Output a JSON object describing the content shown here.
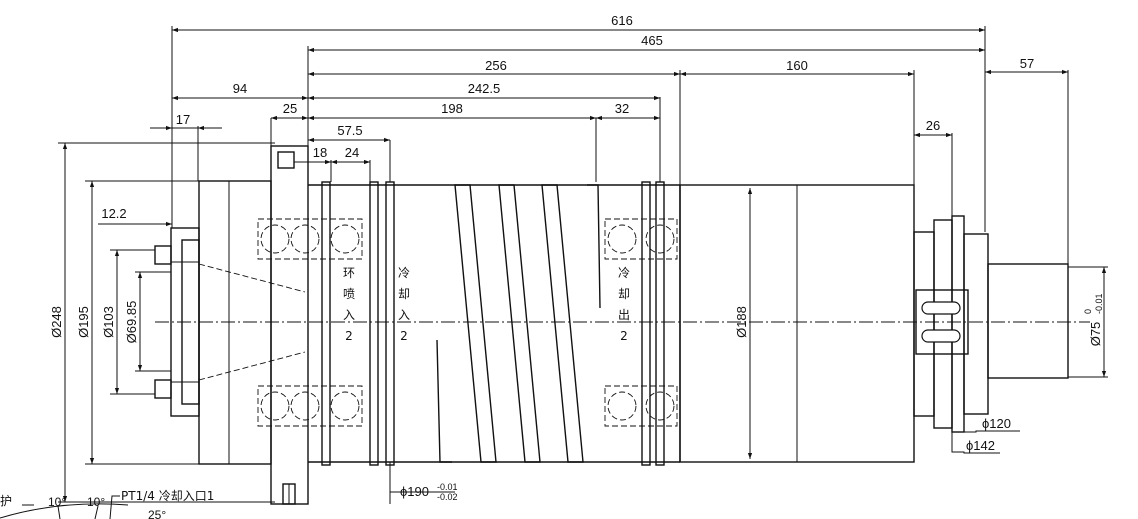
{
  "dimensions": {
    "d616": "616",
    "d465": "465",
    "d256": "256",
    "d160": "160",
    "d57": "57",
    "d94": "94",
    "d242_5": "242.5",
    "d25": "25",
    "d198": "198",
    "d32": "32",
    "d17": "17",
    "d57_5": "57.5",
    "d26": "26",
    "d18": "18",
    "d24": "24",
    "d12_2": "12.2",
    "dia248": "Ø248",
    "dia195": "Ø195",
    "dia103": "Ø103",
    "dia69_85": "Ø69.85",
    "dia188": "Ø188",
    "dia75": "Ø75",
    "dia75_tol_upper": "0",
    "dia75_tol_lower": "-0.01",
    "phi190": "ϕ190",
    "phi190_tol_upper": "-0.01",
    "phi190_tol_lower": "-0.02",
    "phi120": "ϕ120",
    "phi142": "ϕ142"
  },
  "labels": {
    "ring_spray_in": [
      "环",
      "喷",
      "入",
      "2"
    ],
    "coolant_in": [
      "冷",
      "却",
      "入",
      "2"
    ],
    "coolant_out": [
      "冷",
      "却",
      "出",
      "2"
    ],
    "pt_coolant_in": "PT1/4 冷却入口1",
    "angle_a": "10°",
    "angle_b": "10°",
    "angle_c": "25°",
    "protect_partial": "护"
  }
}
